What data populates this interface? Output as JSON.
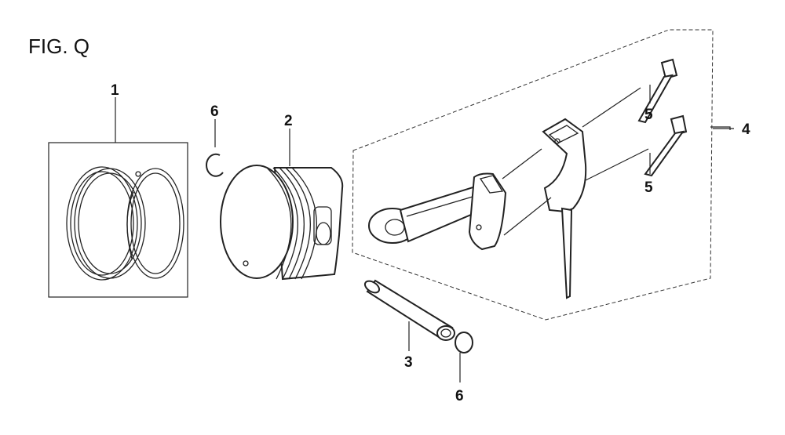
{
  "figure": {
    "title": "FIG. Q"
  },
  "callouts": {
    "piston_rings": "1",
    "piston": "2",
    "piston_pin": "3",
    "connecting_rod_assy": "4",
    "bolt_upper": "5",
    "bolt_lower": "5",
    "clip_upper": "6",
    "clip_lower": "6"
  }
}
